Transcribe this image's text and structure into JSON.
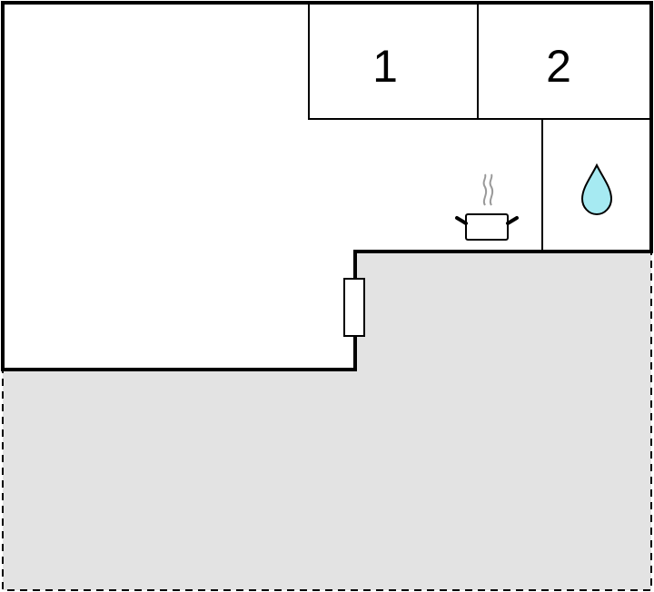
{
  "floor_plan": {
    "rooms": [
      {
        "id": "room-1",
        "label": "1",
        "type": "bedroom"
      },
      {
        "id": "room-2",
        "label": "2",
        "type": "bedroom"
      }
    ],
    "icons": {
      "kitchen": "cooking-pot-icon",
      "bathroom": "water-drop-icon",
      "door": "door-icon"
    },
    "colors": {
      "wall": "#000000",
      "terrace_fill": "#e3e3e3",
      "water_drop": "#a6eaf2"
    }
  }
}
